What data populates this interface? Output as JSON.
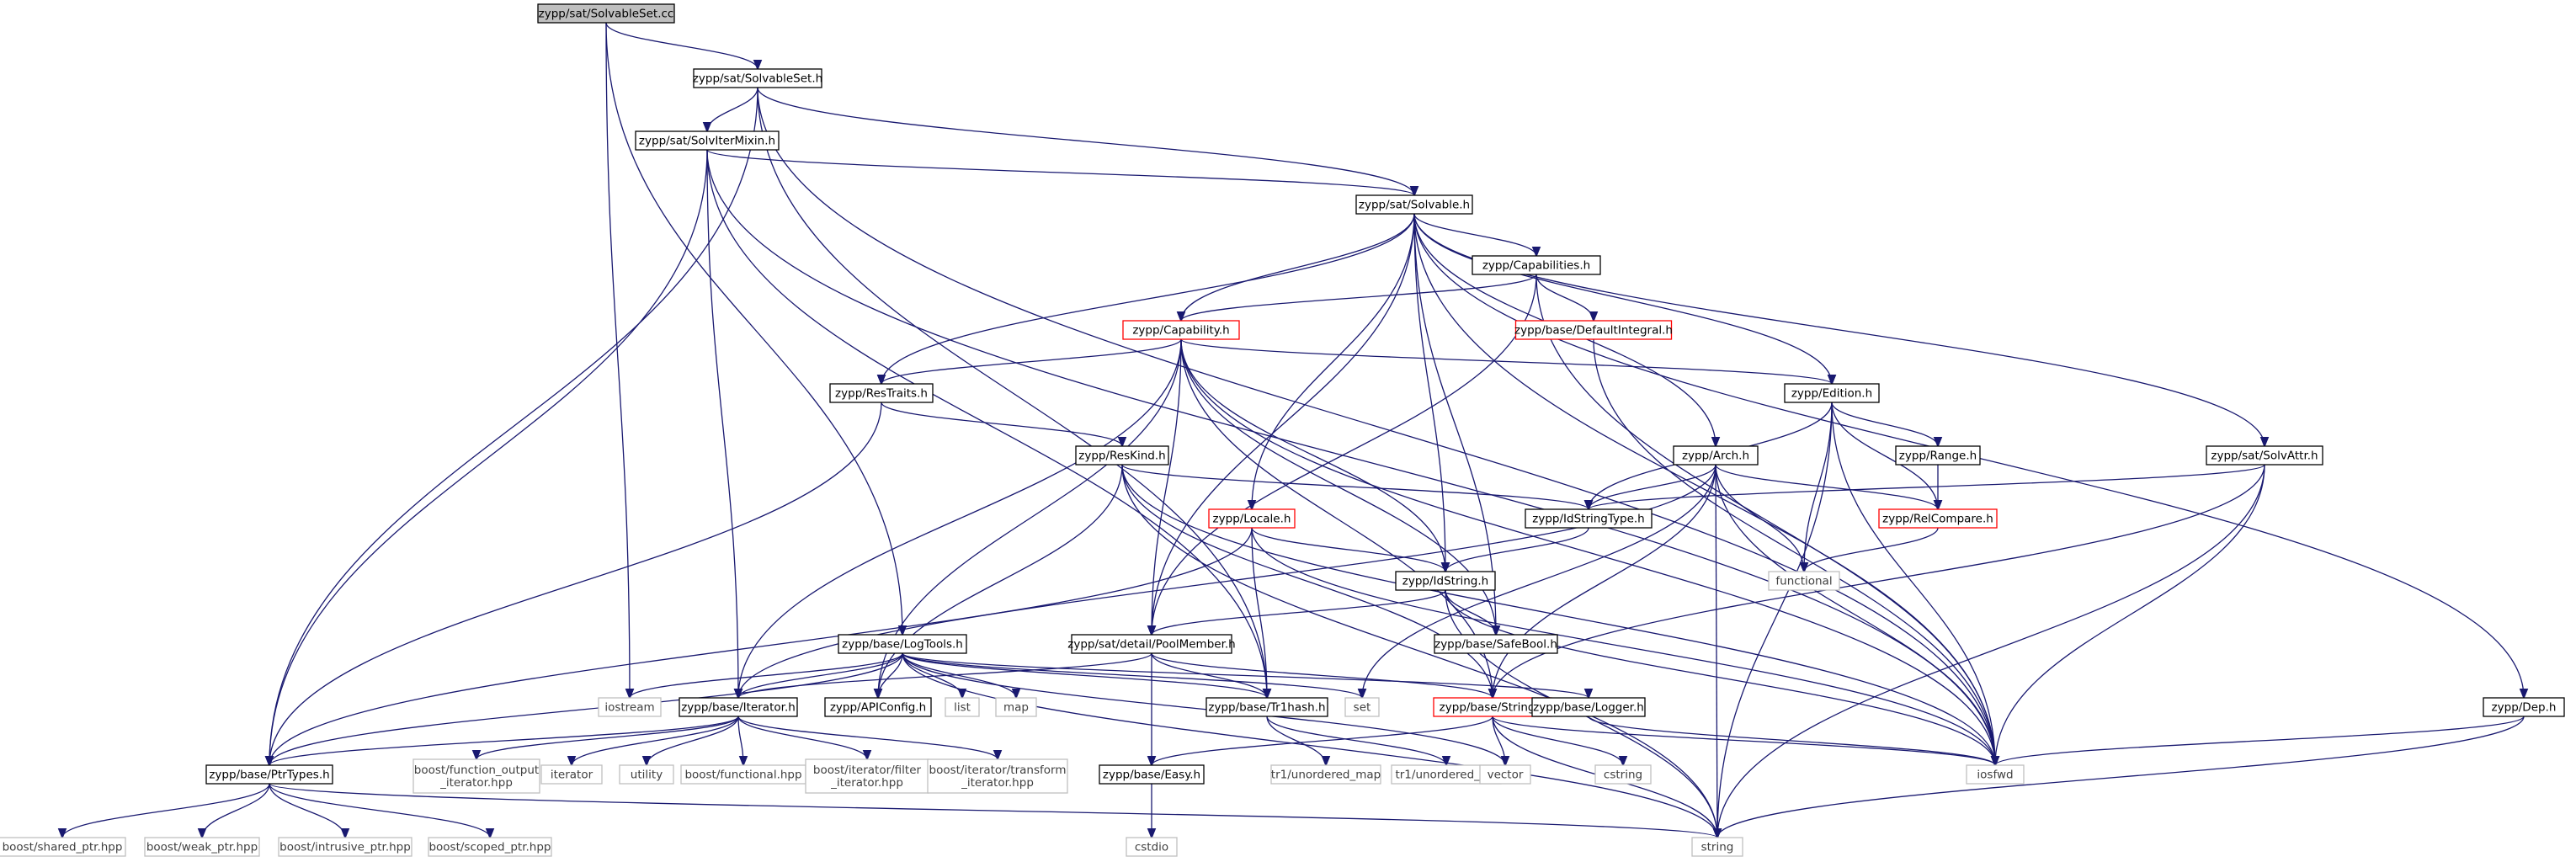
{
  "nodes": [
    {
      "id": "solvable_set_cc",
      "label": "zypp/sat/SolvableSet.cc",
      "kind": "root"
    },
    {
      "id": "solvable_set_h",
      "label": "zypp/sat/SolvableSet.h",
      "kind": "black"
    },
    {
      "id": "solv_iter_mixin_h",
      "label": "zypp/sat/SolvIterMixin.h",
      "kind": "black"
    },
    {
      "id": "solvable_h",
      "label": "zypp/sat/Solvable.h",
      "kind": "black"
    },
    {
      "id": "capabilities_h",
      "label": "zypp/Capabilities.h",
      "kind": "black"
    },
    {
      "id": "capability_h",
      "label": "zypp/Capability.h",
      "kind": "red"
    },
    {
      "id": "default_integral_h",
      "label": "zypp/base/DefaultIntegral.h",
      "kind": "red"
    },
    {
      "id": "res_traits_h",
      "label": "zypp/ResTraits.h",
      "kind": "black"
    },
    {
      "id": "edition_h",
      "label": "zypp/Edition.h",
      "kind": "black"
    },
    {
      "id": "res_kind_h",
      "label": "zypp/ResKind.h",
      "kind": "black"
    },
    {
      "id": "arch_h",
      "label": "zypp/Arch.h",
      "kind": "black"
    },
    {
      "id": "range_h",
      "label": "zypp/Range.h",
      "kind": "black"
    },
    {
      "id": "solv_attr_h",
      "label": "zypp/sat/SolvAttr.h",
      "kind": "black"
    },
    {
      "id": "locale_h",
      "label": "zypp/Locale.h",
      "kind": "red"
    },
    {
      "id": "id_string_type_h",
      "label": "zypp/IdStringType.h",
      "kind": "black"
    },
    {
      "id": "rel_compare_h",
      "label": "zypp/RelCompare.h",
      "kind": "red"
    },
    {
      "id": "functional",
      "label": "functional",
      "kind": "gray"
    },
    {
      "id": "id_string_h",
      "label": "zypp/IdString.h",
      "kind": "black"
    },
    {
      "id": "log_tools_h",
      "label": "zypp/base/LogTools.h",
      "kind": "black"
    },
    {
      "id": "pool_member_h",
      "label": "zypp/sat/detail/PoolMember.h",
      "kind": "black"
    },
    {
      "id": "safe_bool_h",
      "label": "zypp/base/SafeBool.h",
      "kind": "black"
    },
    {
      "id": "iostream",
      "label": "iostream",
      "kind": "gray"
    },
    {
      "id": "iterator_h",
      "label": "zypp/base/Iterator.h",
      "kind": "black"
    },
    {
      "id": "list",
      "label": "list",
      "kind": "gray"
    },
    {
      "id": "map",
      "label": "map",
      "kind": "gray"
    },
    {
      "id": "api_config_h",
      "label": "zypp/APIConfig.h",
      "kind": "black"
    },
    {
      "id": "tr1hash_h",
      "label": "zypp/base/Tr1hash.h",
      "kind": "black"
    },
    {
      "id": "set",
      "label": "set",
      "kind": "gray"
    },
    {
      "id": "string_h",
      "label": "zypp/base/String.h",
      "kind": "red"
    },
    {
      "id": "logger_h",
      "label": "zypp/base/Logger.h",
      "kind": "black"
    },
    {
      "id": "dep_h",
      "label": "zypp/Dep.h",
      "kind": "black"
    },
    {
      "id": "ptr_types_h",
      "label": "zypp/base/PtrTypes.h",
      "kind": "black"
    },
    {
      "id": "function_output_iterator_hpp",
      "label": "boost/function_output\n_iterator.hpp",
      "kind": "gray"
    },
    {
      "id": "iterator",
      "label": "iterator",
      "kind": "gray"
    },
    {
      "id": "utility",
      "label": "utility",
      "kind": "gray"
    },
    {
      "id": "boost_functional_hpp",
      "label": "boost/functional.hpp",
      "kind": "gray"
    },
    {
      "id": "filter_iterator_hpp",
      "label": "boost/iterator/filter\n_iterator.hpp",
      "kind": "gray"
    },
    {
      "id": "transform_iterator_hpp",
      "label": "boost/iterator/transform\n_iterator.hpp",
      "kind": "gray"
    },
    {
      "id": "easy_h",
      "label": "zypp/base/Easy.h",
      "kind": "black"
    },
    {
      "id": "tr1_unordered_map",
      "label": "tr1/unordered_map",
      "kind": "gray"
    },
    {
      "id": "tr1_unordered_set",
      "label": "tr1/unordered_set",
      "kind": "gray"
    },
    {
      "id": "vector",
      "label": "vector",
      "kind": "gray"
    },
    {
      "id": "cstring",
      "label": "cstring",
      "kind": "gray"
    },
    {
      "id": "iosfwd",
      "label": "iosfwd",
      "kind": "gray"
    },
    {
      "id": "shared_ptr_hpp",
      "label": "boost/shared_ptr.hpp",
      "kind": "gray"
    },
    {
      "id": "weak_ptr_hpp",
      "label": "boost/weak_ptr.hpp",
      "kind": "gray"
    },
    {
      "id": "intrusive_ptr_hpp",
      "label": "boost/intrusive_ptr.hpp",
      "kind": "gray"
    },
    {
      "id": "scoped_ptr_hpp",
      "label": "boost/scoped_ptr.hpp",
      "kind": "gray"
    },
    {
      "id": "cstdio",
      "label": "cstdio",
      "kind": "gray"
    },
    {
      "id": "string",
      "label": "string",
      "kind": "gray"
    }
  ],
  "edges": [
    [
      "solvable_set_cc",
      "solvable_set_h"
    ],
    [
      "solvable_set_cc",
      "log_tools_h"
    ],
    [
      "solvable_set_cc",
      "iostream"
    ],
    [
      "solvable_set_h",
      "solv_iter_mixin_h"
    ],
    [
      "solvable_set_h",
      "solvable_h"
    ],
    [
      "solvable_set_h",
      "ptr_types_h"
    ],
    [
      "solvable_set_h",
      "tr1hash_h"
    ],
    [
      "solvable_set_h",
      "iosfwd"
    ],
    [
      "solv_iter_mixin_h",
      "solvable_h"
    ],
    [
      "solv_iter_mixin_h",
      "iterator_h"
    ],
    [
      "solv_iter_mixin_h",
      "ptr_types_h"
    ],
    [
      "solv_iter_mixin_h",
      "tr1hash_h"
    ],
    [
      "solv_iter_mixin_h",
      "iosfwd"
    ],
    [
      "solvable_h",
      "capabilities_h"
    ],
    [
      "solvable_h",
      "capability_h"
    ],
    [
      "solvable_h",
      "res_traits_h"
    ],
    [
      "solvable_h",
      "edition_h"
    ],
    [
      "solvable_h",
      "arch_h"
    ],
    [
      "solvable_h",
      "solv_attr_h"
    ],
    [
      "solvable_h",
      "locale_h"
    ],
    [
      "solvable_h",
      "id_string_h"
    ],
    [
      "solvable_h",
      "safe_bool_h"
    ],
    [
      "solvable_h",
      "pool_member_h"
    ],
    [
      "solvable_h",
      "dep_h"
    ],
    [
      "solvable_h",
      "iosfwd"
    ],
    [
      "capabilities_h",
      "capability_h"
    ],
    [
      "capabilities_h",
      "default_integral_h"
    ],
    [
      "capabilities_h",
      "pool_member_h"
    ],
    [
      "capabilities_h",
      "iosfwd"
    ],
    [
      "default_integral_h",
      "iosfwd"
    ],
    [
      "capability_h",
      "res_traits_h"
    ],
    [
      "capability_h",
      "edition_h"
    ],
    [
      "capability_h",
      "id_string_h"
    ],
    [
      "capability_h",
      "pool_member_h"
    ],
    [
      "capability_h",
      "api_config_h"
    ],
    [
      "capability_h",
      "safe_bool_h"
    ],
    [
      "capability_h",
      "string_h"
    ],
    [
      "capability_h",
      "iosfwd"
    ],
    [
      "capability_h",
      "iterator_h"
    ],
    [
      "res_traits_h",
      "res_kind_h"
    ],
    [
      "res_traits_h",
      "ptr_types_h"
    ],
    [
      "edition_h",
      "id_string_type_h"
    ],
    [
      "edition_h",
      "rel_compare_h"
    ],
    [
      "edition_h",
      "range_h"
    ],
    [
      "edition_h",
      "functional"
    ],
    [
      "edition_h",
      "iosfwd"
    ],
    [
      "edition_h",
      "string"
    ],
    [
      "range_h",
      "rel_compare_h"
    ],
    [
      "rel_compare_h",
      "functional"
    ],
    [
      "res_kind_h",
      "id_string_type_h"
    ],
    [
      "res_kind_h",
      "api_config_h"
    ],
    [
      "res_kind_h",
      "string_h"
    ],
    [
      "res_kind_h",
      "iosfwd"
    ],
    [
      "res_kind_h",
      "string"
    ],
    [
      "arch_h",
      "id_string_type_h"
    ],
    [
      "arch_h",
      "rel_compare_h"
    ],
    [
      "arch_h",
      "string_h"
    ],
    [
      "arch_h",
      "functional"
    ],
    [
      "arch_h",
      "iosfwd"
    ],
    [
      "arch_h",
      "set"
    ],
    [
      "arch_h",
      "string"
    ],
    [
      "arch_h",
      "iterator_h"
    ],
    [
      "solv_attr_h",
      "id_string_type_h"
    ],
    [
      "solv_attr_h",
      "string_h"
    ],
    [
      "solv_attr_h",
      "iosfwd"
    ],
    [
      "solv_attr_h",
      "string"
    ],
    [
      "locale_h",
      "id_string_h"
    ],
    [
      "locale_h",
      "tr1hash_h"
    ],
    [
      "locale_h",
      "ptr_types_h"
    ],
    [
      "locale_h",
      "iosfwd"
    ],
    [
      "id_string_type_h",
      "id_string_h"
    ],
    [
      "id_string_h",
      "pool_member_h"
    ],
    [
      "id_string_h",
      "safe_bool_h"
    ],
    [
      "id_string_h",
      "iosfwd"
    ],
    [
      "id_string_h",
      "string"
    ],
    [
      "pool_member_h",
      "iterator_h"
    ],
    [
      "pool_member_h",
      "tr1hash_h"
    ],
    [
      "pool_member_h",
      "easy_h"
    ],
    [
      "pool_member_h",
      "string_h"
    ],
    [
      "log_tools_h",
      "iostream"
    ],
    [
      "log_tools_h",
      "iterator_h"
    ],
    [
      "log_tools_h",
      "list"
    ],
    [
      "log_tools_h",
      "map"
    ],
    [
      "log_tools_h",
      "set"
    ],
    [
      "log_tools_h",
      "api_config_h"
    ],
    [
      "log_tools_h",
      "tr1hash_h"
    ],
    [
      "log_tools_h",
      "logger_h"
    ],
    [
      "log_tools_h",
      "ptr_types_h"
    ],
    [
      "log_tools_h",
      "vector"
    ],
    [
      "log_tools_h",
      "string"
    ],
    [
      "iterator_h",
      "function_output_iterator_hpp"
    ],
    [
      "iterator_h",
      "iterator"
    ],
    [
      "iterator_h",
      "utility"
    ],
    [
      "iterator_h",
      "boost_functional_hpp"
    ],
    [
      "iterator_h",
      "filter_iterator_hpp"
    ],
    [
      "iterator_h",
      "transform_iterator_hpp"
    ],
    [
      "iterator_h",
      "ptr_types_h"
    ],
    [
      "tr1hash_h",
      "tr1_unordered_map"
    ],
    [
      "tr1hash_h",
      "tr1_unordered_set"
    ],
    [
      "string_h",
      "easy_h"
    ],
    [
      "string_h",
      "vector"
    ],
    [
      "string_h",
      "cstring"
    ],
    [
      "string_h",
      "iosfwd"
    ],
    [
      "string_h",
      "string"
    ],
    [
      "logger_h",
      "iosfwd"
    ],
    [
      "dep_h",
      "iosfwd"
    ],
    [
      "dep_h",
      "string"
    ],
    [
      "ptr_types_h",
      "shared_ptr_hpp"
    ],
    [
      "ptr_types_h",
      "weak_ptr_hpp"
    ],
    [
      "ptr_types_h",
      "intrusive_ptr_hpp"
    ],
    [
      "ptr_types_h",
      "scoped_ptr_hpp"
    ],
    [
      "ptr_types_h",
      "string"
    ],
    [
      "easy_h",
      "cstdio"
    ]
  ]
}
